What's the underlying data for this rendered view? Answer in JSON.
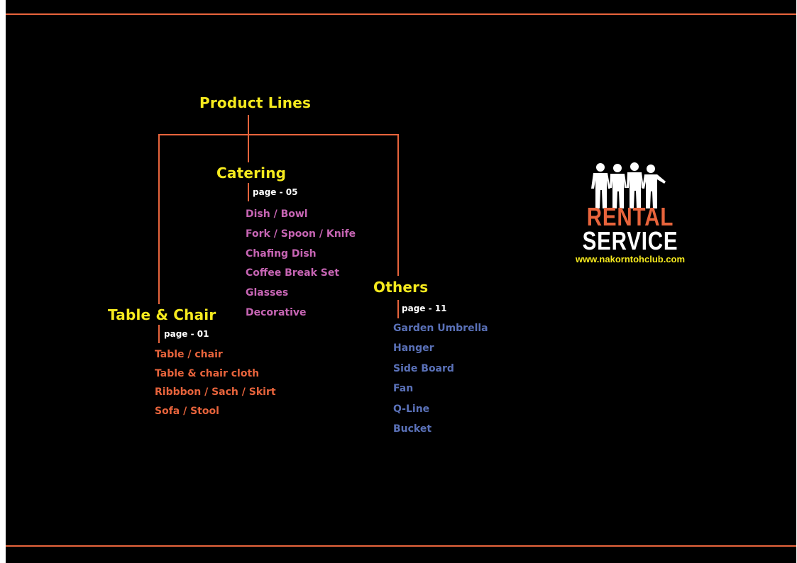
{
  "title": "Product Lines",
  "categories": {
    "catering": {
      "heading": "Catering",
      "page_ref": "page - 05",
      "items": [
        "Dish / Bowl",
        "Fork / Spoon / Knife",
        "Chafing Dish",
        "Coffee Break Set",
        "Glasses",
        "Decorative"
      ]
    },
    "table_chair": {
      "heading": "Table & Chair",
      "page_ref": "page - 01",
      "items": [
        "Table / chair",
        "Table & chair cloth",
        "Ribbbon / Sach / Skirt",
        "Sofa / Stool"
      ]
    },
    "others": {
      "heading": "Others",
      "page_ref": "page - 11",
      "items": [
        "Garden Umbrella",
        "Hanger",
        "Side Board",
        "Fan",
        "Q-Line",
        "Bucket"
      ]
    }
  },
  "logo": {
    "word1": "RENTAL",
    "word2": "SERVICE",
    "url": "www.nakorntohclub.com"
  },
  "colors": {
    "background": "#000000",
    "accent_orange": "#e8643c",
    "heading_yellow": "#f6ea1e",
    "catering_pink": "#c765b4",
    "others_blue": "#5a71b8"
  }
}
